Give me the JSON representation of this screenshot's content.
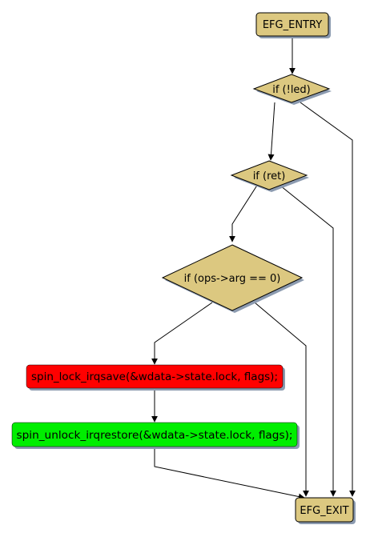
{
  "nodes": {
    "entry": {
      "label": "EFG_ENTRY"
    },
    "cond1": {
      "label": "if (!led)"
    },
    "cond2": {
      "label": "if (ret)"
    },
    "cond3": {
      "label": "if (ops->arg == 0)"
    },
    "lock": {
      "label": "spin_lock_irqsave(&wdata->state.lock, flags);"
    },
    "unlock": {
      "label": "spin_unlock_irqrestore(&wdata->state.lock, flags);"
    },
    "exit": {
      "label": "EFG_EXIT"
    }
  },
  "colors": {
    "node_fill": "#dcc880",
    "lock_fill": "#ff0000",
    "unlock_fill": "#00ee00",
    "shadow": "#8c9bb0",
    "stroke": "#000000"
  }
}
